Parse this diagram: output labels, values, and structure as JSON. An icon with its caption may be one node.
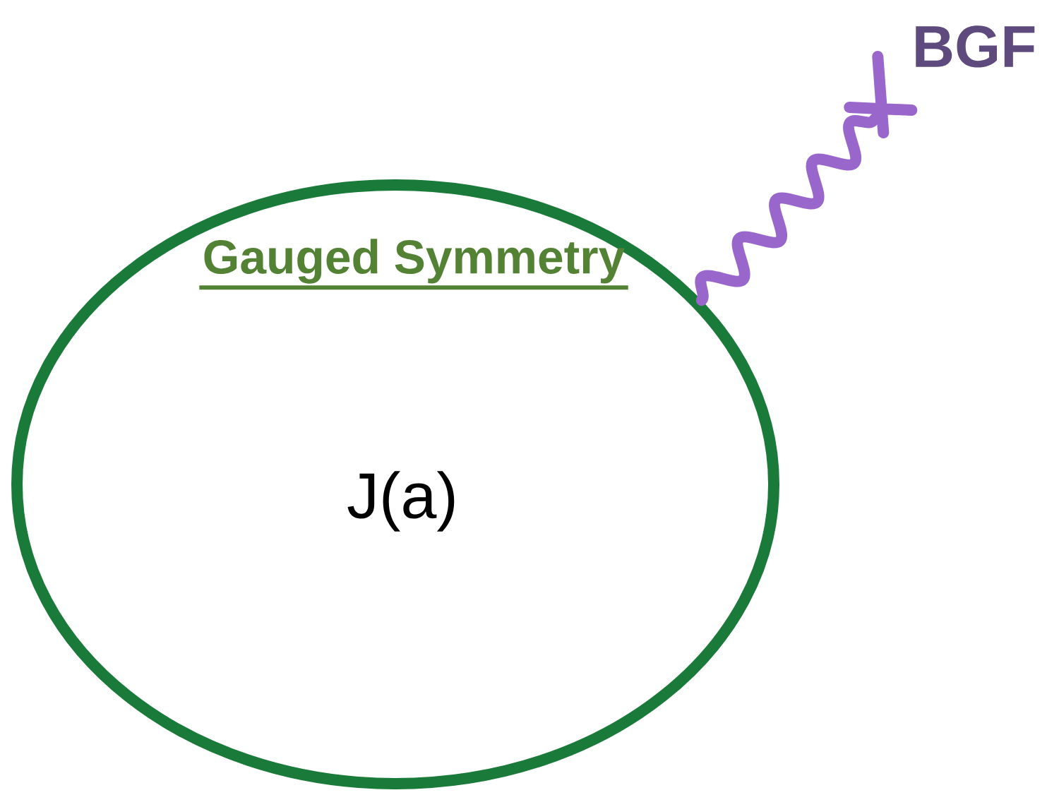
{
  "diagram": {
    "nodes": [
      {
        "text": [
          "Gauged Symmetry",
          "J(a)"
        ]
      },
      {
        "text": [
          "BGF"
        ]
      }
    ],
    "edges": [
      {
        "from": 0,
        "to": 1,
        "arrow": "none"
      }
    ]
  }
}
